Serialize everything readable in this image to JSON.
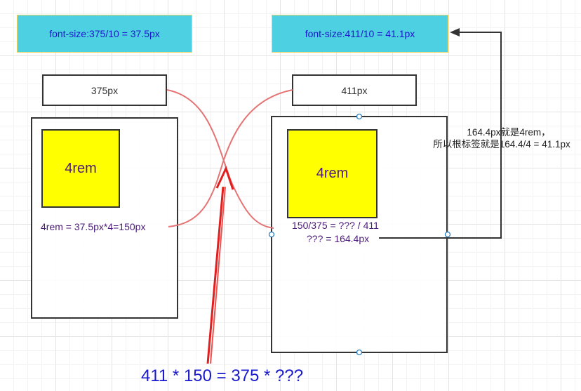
{
  "left": {
    "font_size_label": "font-size:375/10 = 37.5px",
    "width_label": "375px",
    "box_label": "4rem",
    "calc_text": "4rem = 37.5px*4=150px"
  },
  "right": {
    "font_size_label": "font-size:411/10 = 41.1px",
    "width_label": "411px",
    "box_label": "4rem",
    "ratio_line1": "150/375 = ??? / 411",
    "ratio_line2": "??? = 164.4px",
    "note_line1": "164.4px就是4rem，",
    "note_line2": "所以根标签就是164.4/4 = 41.1px"
  },
  "equation": "411 * 150 = 375 * ???",
  "colors": {
    "cyan": "#4dd0e1",
    "yellow": "#ffff00",
    "red_curve": "#e57373",
    "red_arrow": "#e02020",
    "blue_text": "#1a1acc",
    "purple_text": "#4b1a7a"
  }
}
